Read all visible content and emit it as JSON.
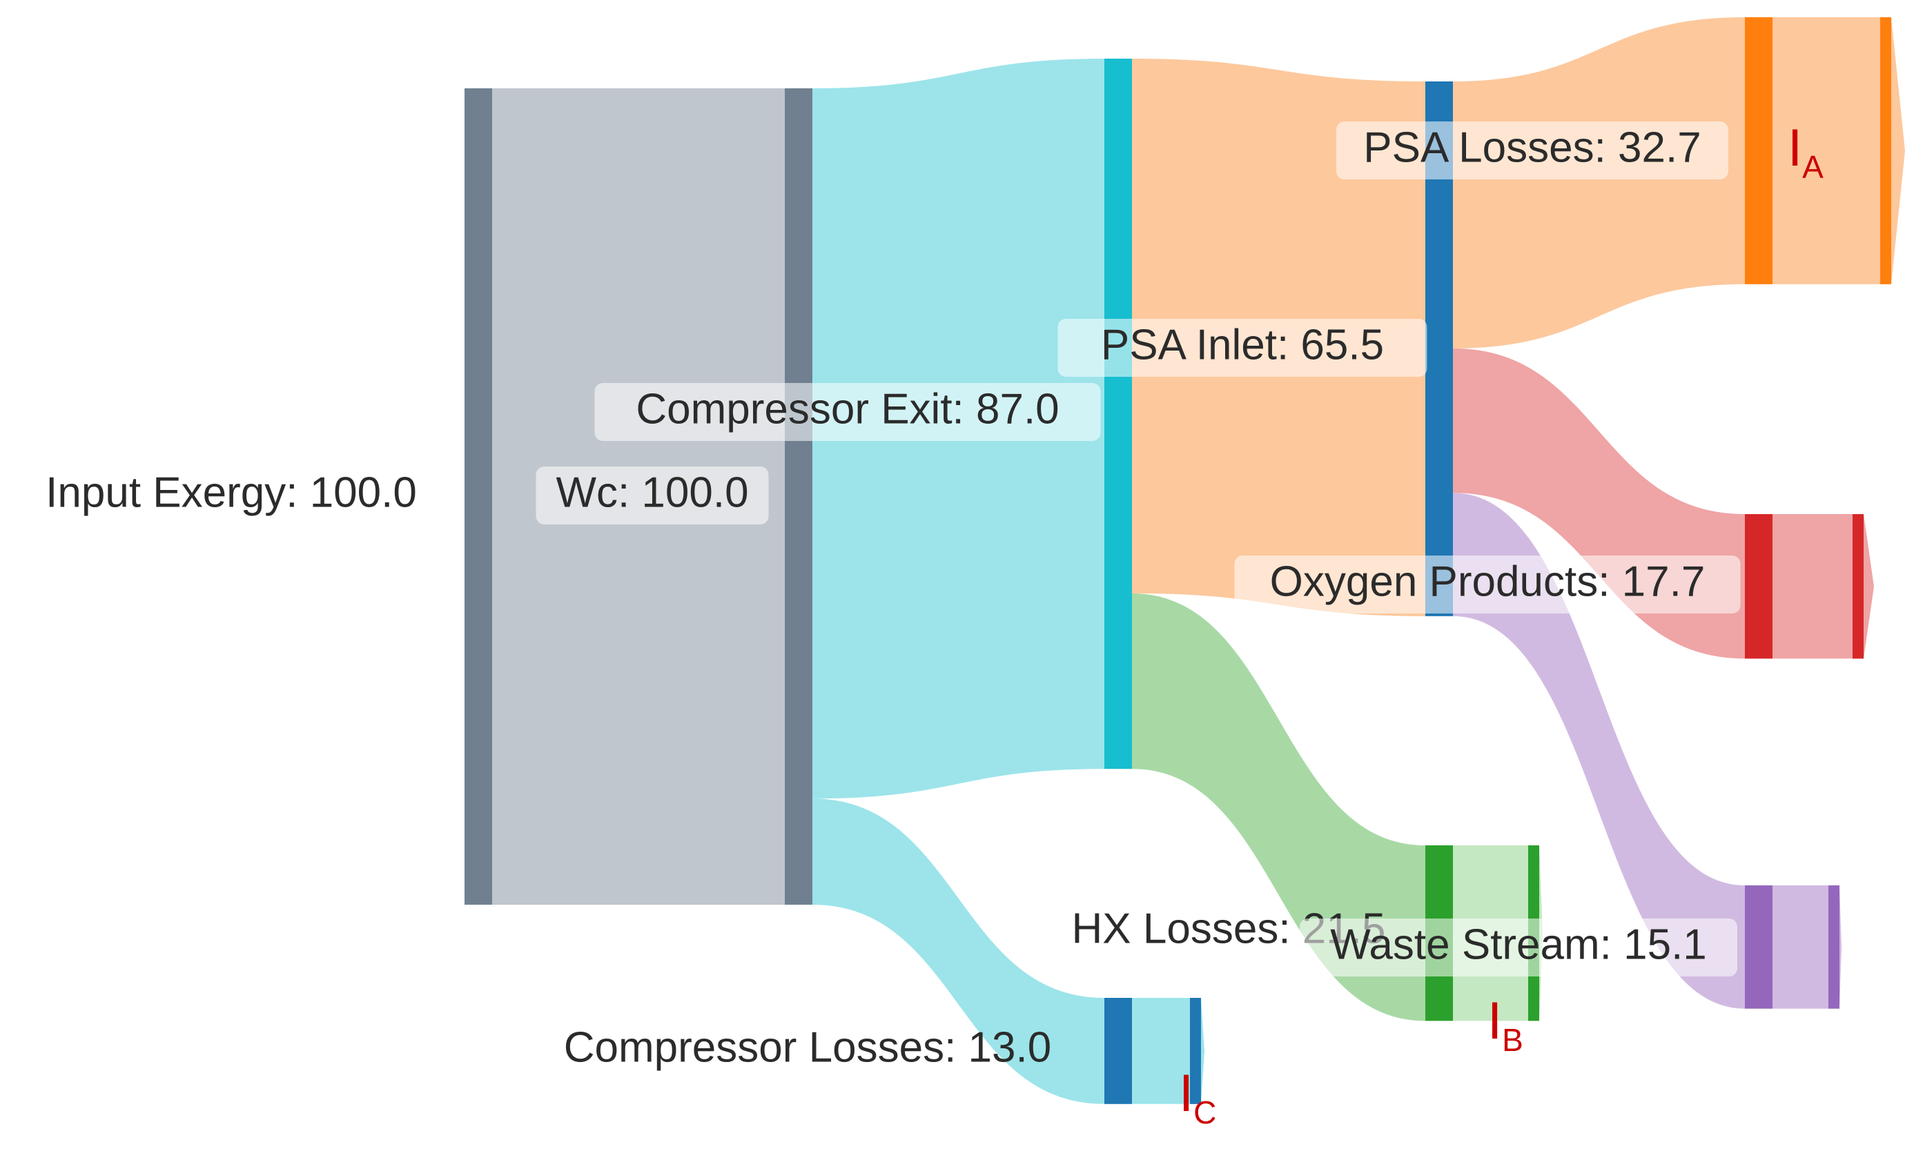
{
  "nodes": [
    {
      "id": "input",
      "label": "Input Exergy: 100.0",
      "color": "#708090"
    },
    {
      "id": "wc",
      "label": "Wc: 100.0",
      "color": "#708090"
    },
    {
      "id": "comp_exit",
      "label": "Compressor Exit: 87.0",
      "color": "#17becf"
    },
    {
      "id": "psa_inlet",
      "label": "PSA Inlet: 65.5",
      "color": "#1f77b4"
    },
    {
      "id": "psa_losses",
      "label": "PSA Losses: 32.7",
      "color": "#ff7f0e"
    },
    {
      "id": "oxygen",
      "label": "Oxygen Products: 17.7",
      "color": "#d62728"
    },
    {
      "id": "hx_losses",
      "label": "HX Losses: 21.5",
      "color": "#2ca02c"
    },
    {
      "id": "waste",
      "label": "Waste Stream: 15.1",
      "color": "#9467bd"
    },
    {
      "id": "comp_losses",
      "label": "Compressor Losses: 13.0",
      "color": "#1f77b4"
    }
  ],
  "links": [
    {
      "source": "input",
      "target": "wc",
      "value": 100.0,
      "color": "#bdc3ca"
    },
    {
      "source": "wc",
      "target": "comp_exit",
      "value": 87.0,
      "color": "#97e3e9"
    },
    {
      "source": "wc",
      "target": "comp_losses",
      "value": 13.0,
      "color": "#97e3e9"
    },
    {
      "source": "comp_exit",
      "target": "psa_inlet",
      "value": 65.5,
      "color": "#fdc597"
    },
    {
      "source": "comp_exit",
      "target": "hx_losses",
      "value": 21.5,
      "color": "#a3d7a0"
    },
    {
      "source": "psa_inlet",
      "target": "psa_losses",
      "value": 32.7,
      "color": "#fdc597"
    },
    {
      "source": "psa_inlet",
      "target": "oxygen",
      "value": 17.7,
      "color": "#ee9fa0"
    },
    {
      "source": "psa_inlet",
      "target": "waste",
      "value": 15.1,
      "color": "#cfb6df"
    },
    {
      "source": "psa_losses",
      "target": "I_A",
      "value": 32.7,
      "color": "#fdc597"
    },
    {
      "source": "oxygen",
      "target": "out_oxygen",
      "value": 17.7,
      "color": "#ee9fa0"
    },
    {
      "source": "hx_losses",
      "target": "I_B",
      "value": 21.5,
      "color": "#c1e7be"
    },
    {
      "source": "waste",
      "target": "out_waste",
      "value": 15.1,
      "color": "#cfb6df"
    },
    {
      "source": "comp_losses",
      "target": "I_C",
      "value": 13.0,
      "color": "#97e3e9"
    }
  ],
  "irreversibilities": [
    {
      "id": "I_A",
      "main": "I",
      "sub": "A",
      "color": "#cc0000"
    },
    {
      "id": "I_B",
      "main": "I",
      "sub": "B",
      "color": "#cc0000"
    },
    {
      "id": "I_C",
      "main": "I",
      "sub": "C",
      "color": "#cc0000"
    }
  ]
}
